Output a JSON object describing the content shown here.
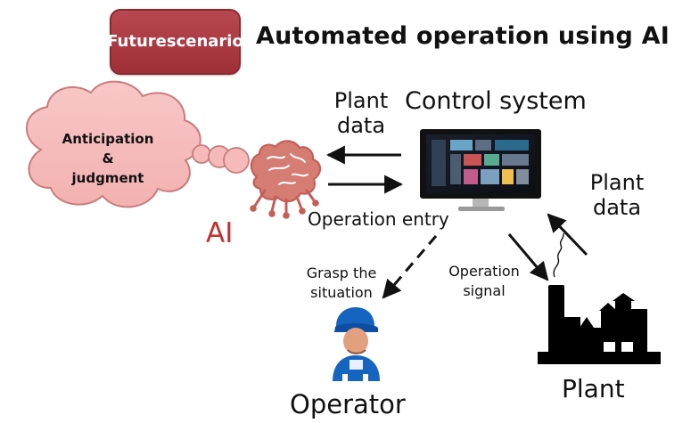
{
  "badge": {
    "line1": "Future",
    "line2": "scenario"
  },
  "title": "Automated operation using AI",
  "cloud": {
    "line1": "Anticipation",
    "line2": "&",
    "line3": "judgment"
  },
  "labels": {
    "ai": "AI",
    "control_system": "Control system",
    "plant_data_top_1": "Plant",
    "plant_data_top_2": "data",
    "plant_data_right_1": "Plant",
    "plant_data_right_2": "data",
    "operation_entry": "Operation entry",
    "grasp_1": "Grasp the",
    "grasp_2": "situation",
    "operation_signal_1": "Operation",
    "operation_signal_2": "signal",
    "plant": "Plant",
    "operator": "Operator"
  },
  "colors": {
    "badge": "#a63a42",
    "cloud_fill": "#f8c7c7",
    "cloud_outline": "#c87c7c",
    "ai_text": "#c22f2f",
    "brain": "#c45f57",
    "operator_blue": "#1565c0",
    "monitor_frame": "#111111"
  },
  "icons": {
    "cloud": "thought-cloud-icon",
    "brain": "brain-circuit-icon",
    "monitor": "monitor-icon",
    "operator": "operator-icon",
    "plant": "factory-icon"
  }
}
